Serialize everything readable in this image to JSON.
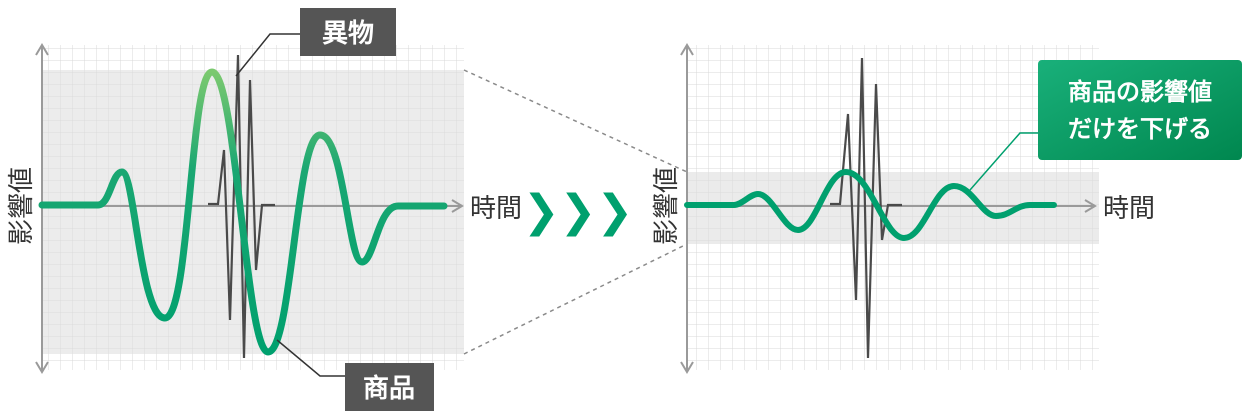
{
  "left_panel": {
    "y_axis_label": "影響値",
    "x_axis_label": "時間",
    "foreign_label": "異物",
    "product_label": "商品"
  },
  "arrow": {
    "symbol": "❯❯❯"
  },
  "right_panel": {
    "y_axis_label": "影響値",
    "x_axis_label": "時間",
    "callout_line1": "商品の影響値",
    "callout_line2": "だけを下げる"
  },
  "colors": {
    "product_wave": "#00a06e",
    "product_wave_highlight": "#7bc96f",
    "foreign_wave": "#4a4a4a",
    "label_box": "#555555",
    "callout_box": "#00996a",
    "band": "#e8e8e8",
    "grid": "#d6d6d6",
    "axis": "#9a9a9a",
    "arrow": "#00a06e"
  }
}
